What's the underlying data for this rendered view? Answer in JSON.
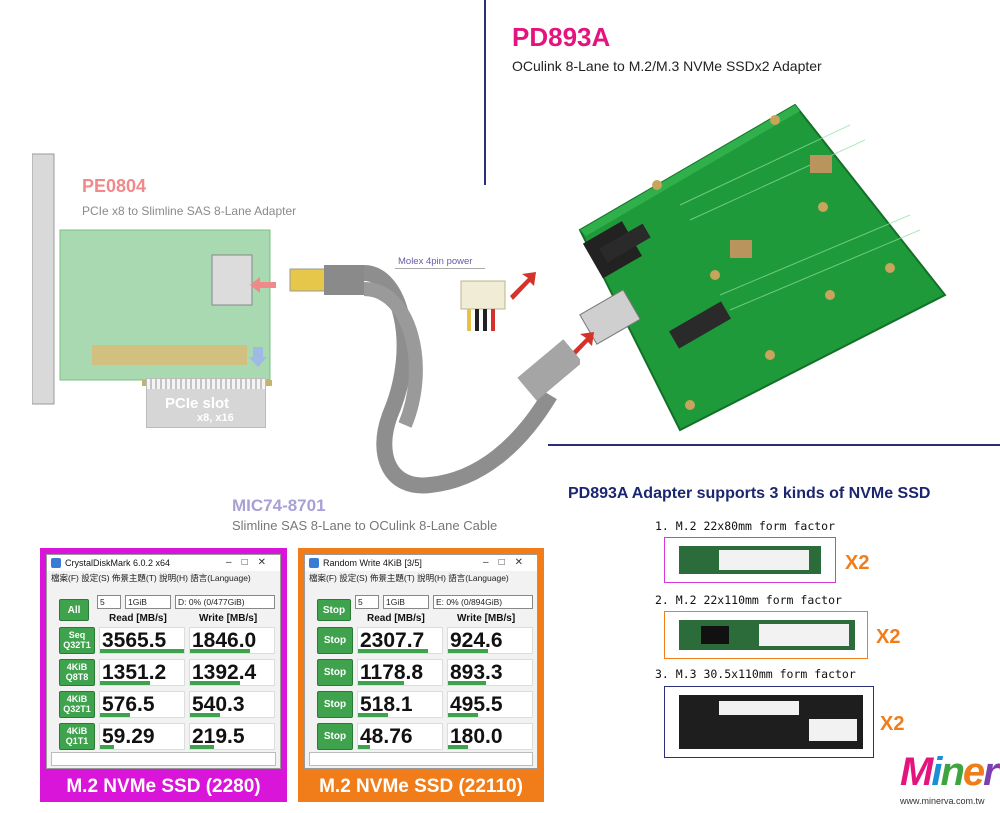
{
  "pd893a": {
    "title": "PD893A",
    "subtitle": "OCulink 8-Lane to M.2/M.3 NVMe SSDx2 Adapter"
  },
  "pe0804": {
    "title": "PE0804",
    "subtitle": "PCIe x8 to Slimline SAS 8-Lane Adapter",
    "slot_label": "PCIe slot",
    "slot_sub": "x8, x16"
  },
  "mic74": {
    "title": "MIC74-8701",
    "subtitle": "Slimline SAS 8-Lane to OCulink 8-Lane Cable"
  },
  "molex_label": "Molex 4pin power",
  "support": {
    "title": "PD893A Adapter supports 3 kinds of NVMe SSD",
    "items": [
      {
        "label": "1. M.2 22x80mm form factor",
        "mult": "X2",
        "border": "#d63ad6"
      },
      {
        "label": "2. M.2 22x110mm form factor",
        "mult": "X2",
        "border": "#f07d1a"
      },
      {
        "label": "3. M.3 30.5x110mm form factor",
        "mult": "X2",
        "border": "#2b2f7a"
      }
    ]
  },
  "bench1": {
    "frame_color": "#d815d8",
    "window_title": "CrystalDiskMark 6.0.2 x64",
    "menu": "檔案(F)  設定(S)  佈景主題(T)  說明(H)  語言(Language)",
    "main_button": "All",
    "count": "5",
    "size": "1GiB",
    "drive": "D: 0% (0/477GiB)",
    "read_header": "Read [MB/s]",
    "write_header": "Write [MB/s]",
    "rows": [
      {
        "btn1": "Seq",
        "btn2": "Q32T1",
        "read": "3565.5",
        "write": "1846.0"
      },
      {
        "btn1": "4KiB",
        "btn2": "Q8T8",
        "read": "1351.2",
        "write": "1392.4"
      },
      {
        "btn1": "4KiB",
        "btn2": "Q32T1",
        "read": "576.5",
        "write": "540.3"
      },
      {
        "btn1": "4KiB",
        "btn2": "Q1T1",
        "read": "59.29",
        "write": "219.5"
      }
    ],
    "footer": "M.2 NVMe SSD (2280)"
  },
  "bench2": {
    "frame_color": "#f07d1a",
    "window_title": "Random Write 4KiB [3/5]",
    "menu": "檔案(F)  設定(S)  佈景主題(T)  說明(H)  語言(Language)",
    "main_button": "Stop",
    "count": "5",
    "size": "1GiB",
    "drive": "E: 0% (0/894GiB)",
    "read_header": "Read [MB/s]",
    "write_header": "Write [MB/s]",
    "rows": [
      {
        "btn1": "Stop",
        "read": "2307.7",
        "write": "924.6"
      },
      {
        "btn1": "Stop",
        "read": "1178.8",
        "write": "893.3"
      },
      {
        "btn1": "Stop",
        "read": "518.1",
        "write": "495.5"
      },
      {
        "btn1": "Stop",
        "read": "48.76",
        "write": "180.0"
      }
    ],
    "footer": "M.2 NVMe SSD (22110)"
  },
  "brand": {
    "logo": "Minerva",
    "url": "www.minerva.com.tw"
  }
}
